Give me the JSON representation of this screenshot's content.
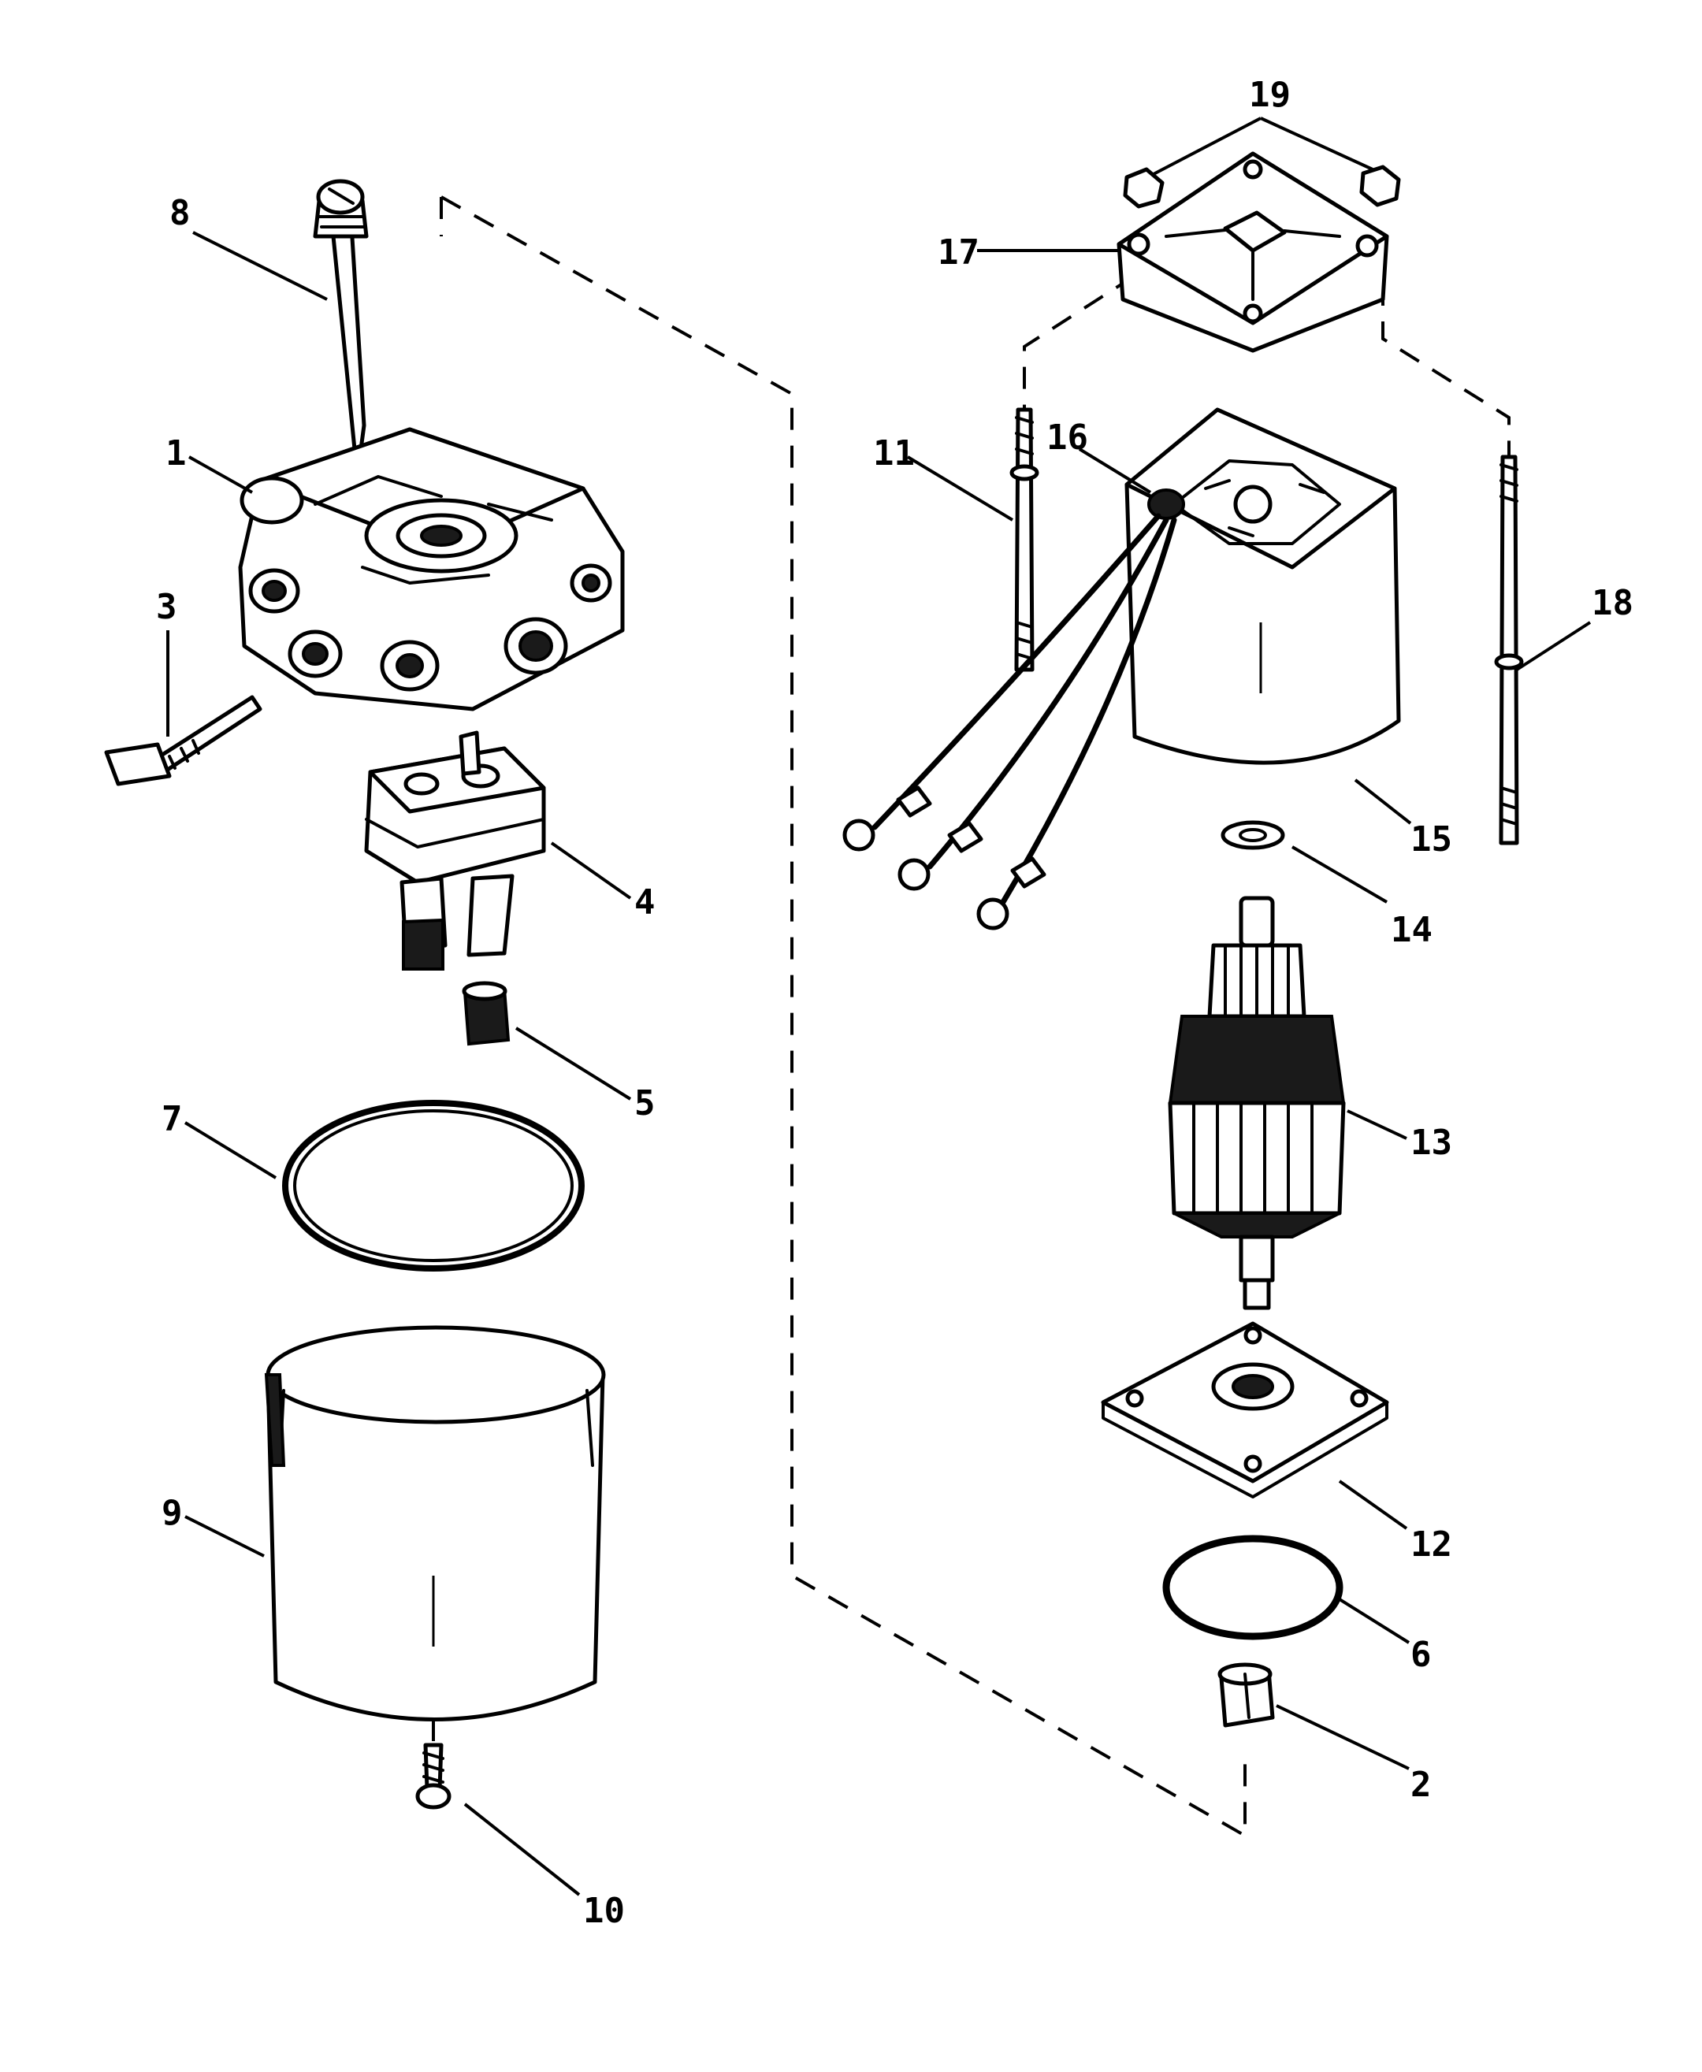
{
  "diagram": {
    "callouts": [
      {
        "id": "1",
        "label": "1"
      },
      {
        "id": "2",
        "label": "2"
      },
      {
        "id": "3",
        "label": "3"
      },
      {
        "id": "4",
        "label": "4"
      },
      {
        "id": "5",
        "label": "5"
      },
      {
        "id": "6",
        "label": "6"
      },
      {
        "id": "7",
        "label": "7"
      },
      {
        "id": "8",
        "label": "8"
      },
      {
        "id": "9",
        "label": "9"
      },
      {
        "id": "10",
        "label": "10"
      },
      {
        "id": "11",
        "label": "11"
      },
      {
        "id": "12",
        "label": "12"
      },
      {
        "id": "13",
        "label": "13"
      },
      {
        "id": "14",
        "label": "14"
      },
      {
        "id": "15",
        "label": "15"
      },
      {
        "id": "16",
        "label": "16"
      },
      {
        "id": "17",
        "label": "17"
      },
      {
        "id": "18",
        "label": "18"
      },
      {
        "id": "19",
        "label": "19"
      }
    ]
  }
}
